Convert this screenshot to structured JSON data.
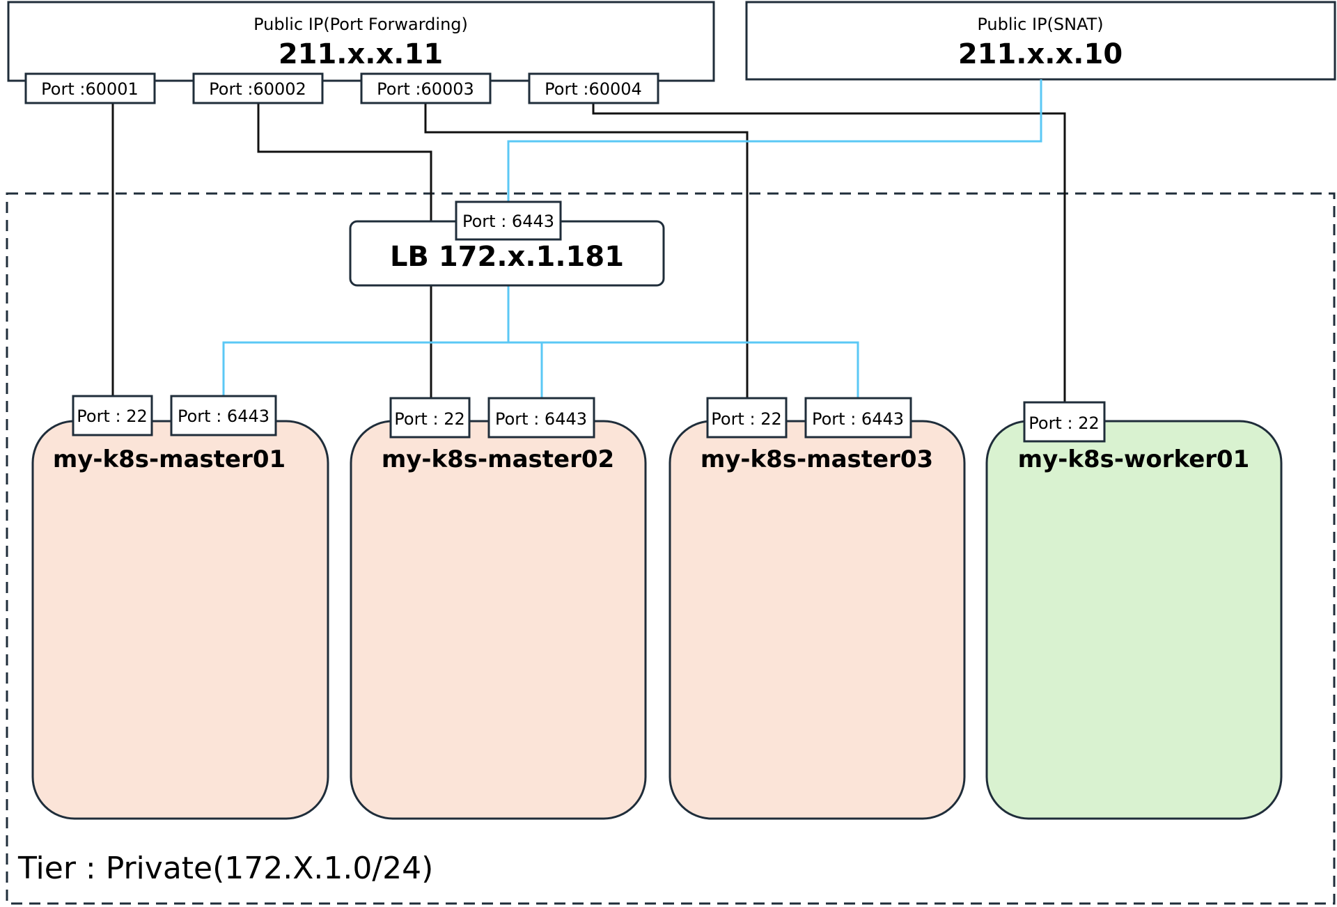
{
  "public_pf": {
    "title": "Public IP(Port Forwarding)",
    "ip": "211.x.x.11",
    "ports": [
      "Port :60001",
      "Port :60002",
      "Port :60003",
      "Port :60004"
    ]
  },
  "public_snat": {
    "title": "Public IP(SNAT)",
    "ip": "211.x.x.10"
  },
  "lb": {
    "label": "LB 172.x.1.181",
    "port": "Port : 6443"
  },
  "nodes": [
    {
      "name": "my-k8s-master01",
      "ssh_port": "Port : 22",
      "api_port": "Port : 6443",
      "role": "master"
    },
    {
      "name": "my-k8s-master02",
      "ssh_port": "Port : 22",
      "api_port": "Port : 6443",
      "role": "master"
    },
    {
      "name": "my-k8s-master03",
      "ssh_port": "Port : 22",
      "api_port": "Port : 6443",
      "role": "master"
    },
    {
      "name": "my-k8s-worker01",
      "ssh_port": "Port : 22",
      "role": "worker"
    }
  ],
  "tier": {
    "label": "Tier : Private(172.X.1.0/24)"
  },
  "colors": {
    "master_fill": "#fbe4d8",
    "worker_fill": "#d9f2d0",
    "port_forward_wire": "#111111",
    "lb_wire": "#5bc8f5"
  }
}
